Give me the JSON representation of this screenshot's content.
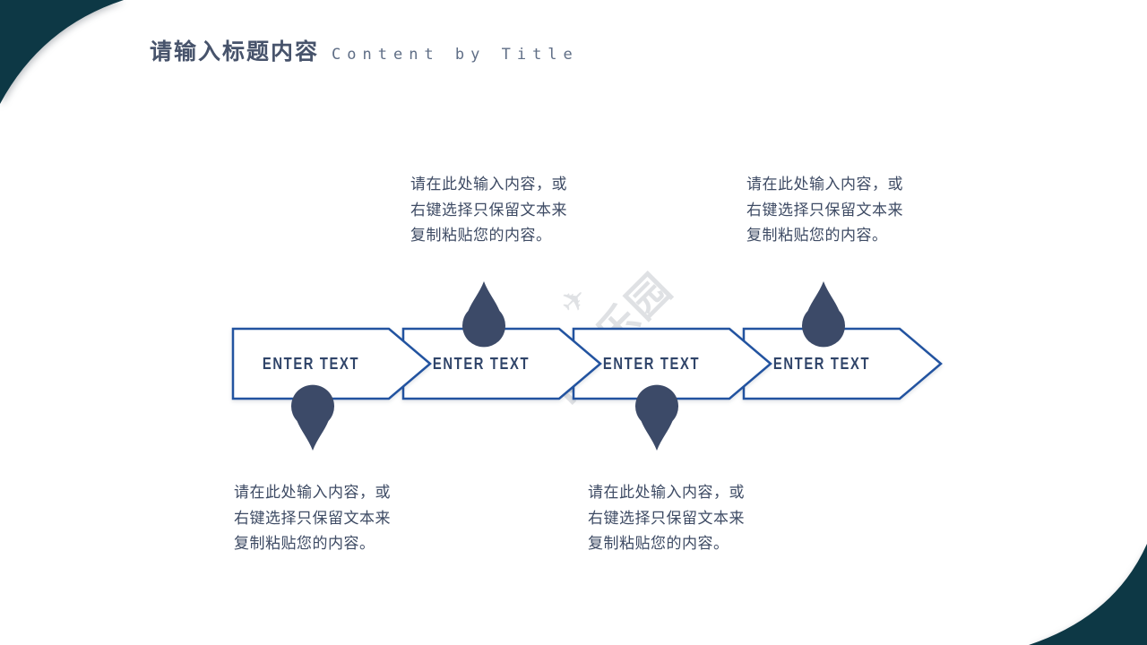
{
  "slide": {
    "title_zh": "请输入标题内容",
    "title_en": "Content by Title",
    "watermark": "ppt乐园",
    "watermark_plane": "✈"
  },
  "steps": [
    {
      "label": "ENTER TEXT",
      "drop_position": "below",
      "description": "请在此处输入内容，或\n右键选择只保留文本来\n复制粘贴您的内容。"
    },
    {
      "label": "ENTER TEXT",
      "drop_position": "above",
      "description": "请在此处输入内容，或\n右键选择只保留文本来\n复制粘贴您的内容。"
    },
    {
      "label": "ENTER TEXT",
      "drop_position": "below",
      "description": "请在此处输入内容，或\n右键选择只保留文本来\n复制粘贴您的内容。"
    },
    {
      "label": "ENTER TEXT",
      "drop_position": "above",
      "description": "请在此处输入内容，或\n右键选择只保留文本来\n复制粘贴您的内容。"
    }
  ],
  "colors": {
    "corner_teal": "#0d3845",
    "arrow_outline": "#2253a0",
    "arrow_fill": "#ffffff",
    "drop_fill": "#3c4a68",
    "text_dark": "#3e4b64",
    "label_navy": "#2f4469"
  }
}
